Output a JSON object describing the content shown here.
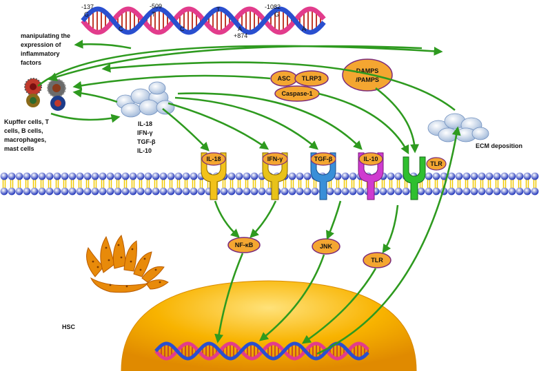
{
  "snps": {
    "s1": "-137",
    "s2": "-509",
    "s3": "-1082",
    "s4": "+874"
  },
  "bases": {
    "b1": "G",
    "b2": "C",
    "b3": "T",
    "b4": "C",
    "b5": "T",
    "b6": "G",
    "b7": "A",
    "b8": "A"
  },
  "manipulating": [
    "manipulating the",
    "expression of",
    "inflammatory",
    "factors"
  ],
  "cell_types": [
    "Kupffer cells, T",
    "cells, B cells,",
    "macrophages,",
    "mast cells"
  ],
  "cytokines": [
    "IL-18",
    "IFN-γ",
    "TGF-β",
    "IL-10"
  ],
  "inflammasome": {
    "asc": "ASC",
    "tlrp3": "TLRP3",
    "caspase": "Caspase-1"
  },
  "damps": [
    "DAMPS",
    "/PAMPS"
  ],
  "ecm": "ECM deposition",
  "receptors": {
    "il18": "IL-18",
    "ifng": "IFN-γ",
    "tgfb": "TGF-β",
    "il10": "IL-10",
    "tlr": "TLR"
  },
  "signals": {
    "nfkb": "NF-κB",
    "jnk": "JNK",
    "tlr": "TLR"
  },
  "hsc": "HSC",
  "colors": {
    "arrow": "#2e9a1f",
    "oval": "#f4a631",
    "membrane": "#1a2fb8",
    "nucleus": "#f6a400",
    "il18": "#f2c21a",
    "ifng": "#e8c21a",
    "tgfb": "#3a8fd8",
    "il10": "#cf3bd0",
    "tlr": "#2fbf2f"
  }
}
